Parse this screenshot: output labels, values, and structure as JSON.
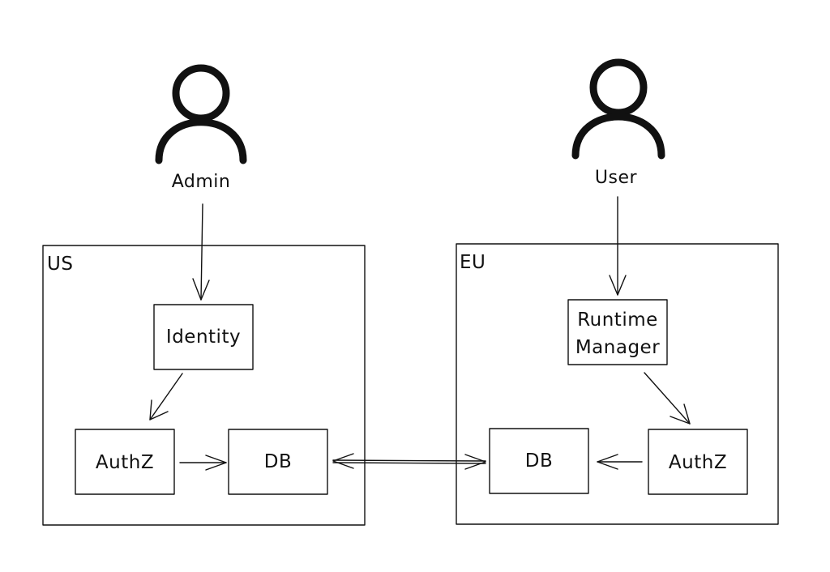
{
  "actors": {
    "admin": {
      "label": "Admin",
      "icon": "person-icon"
    },
    "user": {
      "label": "User",
      "icon": "person-icon"
    }
  },
  "regions": {
    "us": {
      "label": "US",
      "nodes": {
        "identity": "Identity",
        "authz": "AuthZ",
        "db": "DB"
      }
    },
    "eu": {
      "label": "EU",
      "nodes": {
        "runtime_line1": "Runtime",
        "runtime_line2": "Manager",
        "db": "DB",
        "authz": "AuthZ"
      }
    }
  },
  "edges": [
    {
      "from": "Admin",
      "to": "Identity"
    },
    {
      "from": "Identity",
      "to": "AuthZ (US)"
    },
    {
      "from": "AuthZ (US)",
      "to": "DB (US)"
    },
    {
      "from": "DB (US)",
      "to": "DB (EU)",
      "bidirectional": true
    },
    {
      "from": "User",
      "to": "Runtime Manager"
    },
    {
      "from": "Runtime Manager",
      "to": "AuthZ (EU)"
    },
    {
      "from": "AuthZ (EU)",
      "to": "DB (EU)"
    }
  ],
  "colors": {
    "ink": "#111111",
    "background": "#ffffff"
  }
}
